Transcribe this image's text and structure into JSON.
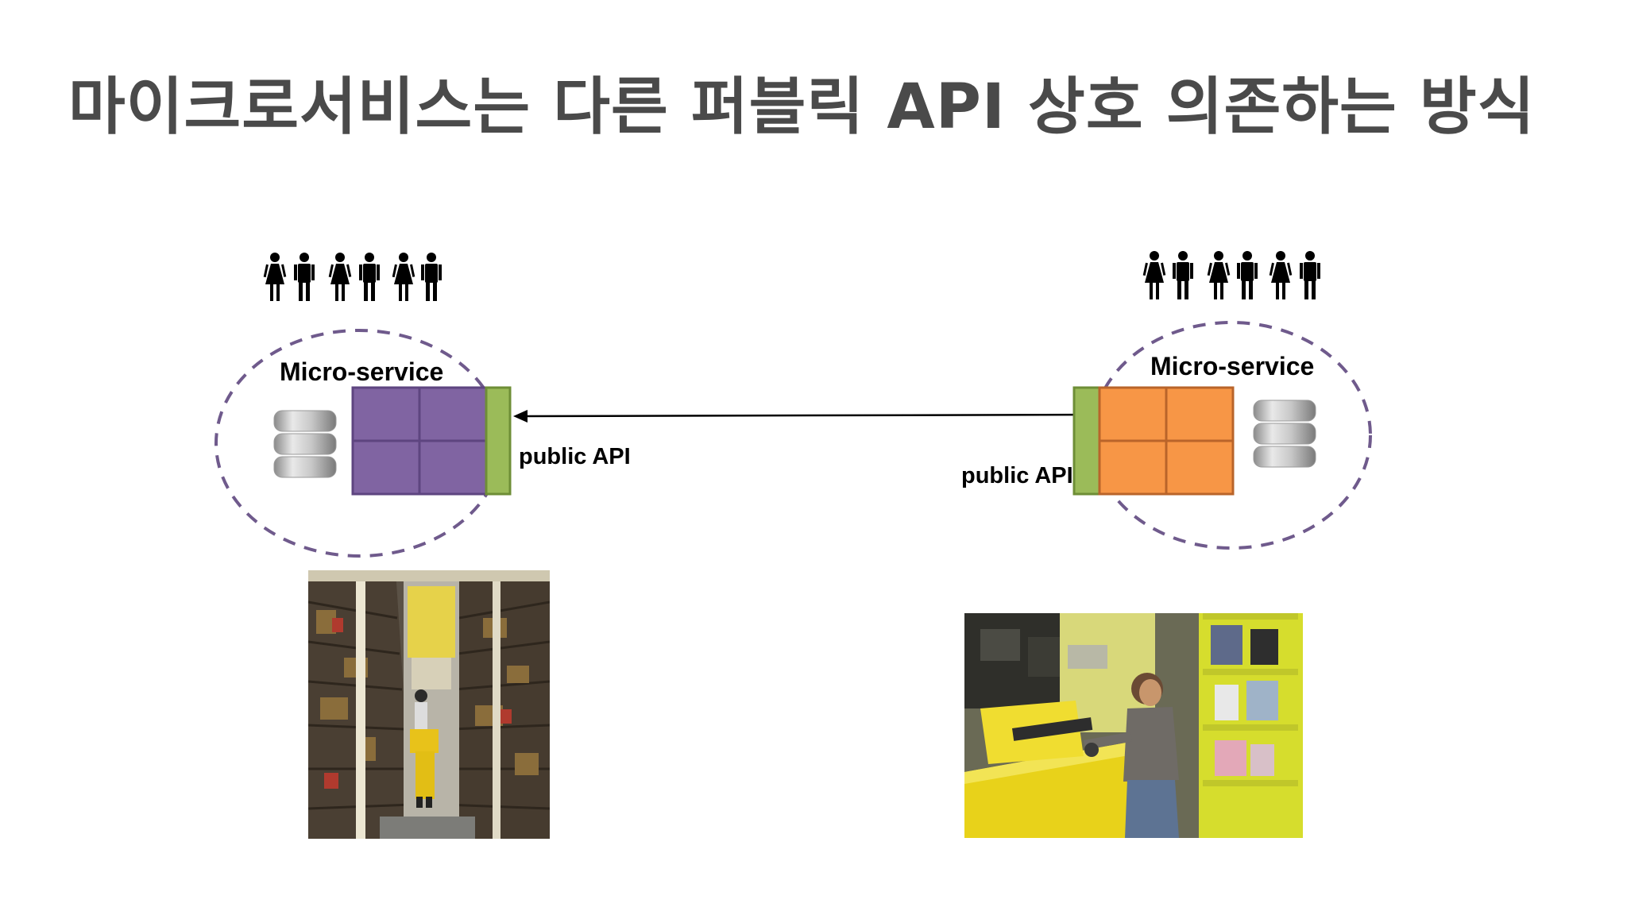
{
  "title": "마이크로서비스는 다른 퍼블릭 API 상호 의존하는 방식",
  "left_service": {
    "label": "Micro-service",
    "api_label": "public API",
    "color": "#8064a2",
    "api_color": "#9bbb59"
  },
  "right_service": {
    "label": "Micro-service",
    "api_label": "public API",
    "color": "#f79646",
    "api_color": "#9bbb59"
  },
  "icons": {
    "people": "people-group-icon",
    "database": "database-icon",
    "warehouse_photo": "warehouse-aisle-photo",
    "worker_photo": "warehouse-worker-photo"
  }
}
